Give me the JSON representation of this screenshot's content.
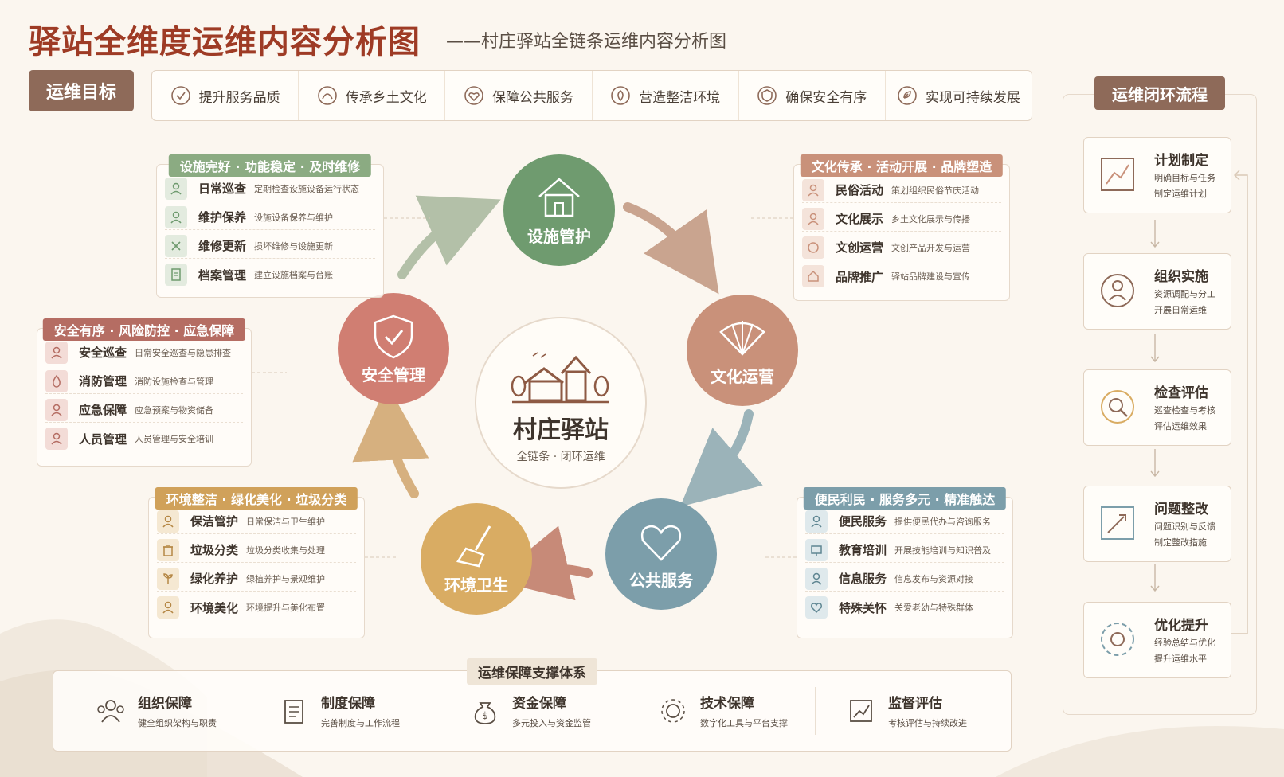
{
  "header": {
    "title": "驿站全维度运维内容分析图",
    "subtitle": "——村庄驿站全链条运维内容分析图"
  },
  "goals": {
    "label": "运维目标",
    "items": [
      "提升服务品质",
      "传承乡土文化",
      "保障公共服务",
      "营造整洁环境",
      "确保安全有序",
      "实现可持续发展"
    ]
  },
  "center": {
    "title": "村庄驿站",
    "subtitle": "全链条 · 闭环运维"
  },
  "cycle": [
    {
      "label": "设施管护",
      "color": "#6f9b6f"
    },
    {
      "label": "文化运营",
      "color": "#c9917a"
    },
    {
      "label": "公共服务",
      "color": "#7c9eaa"
    },
    {
      "label": "环境卫生",
      "color": "#d9ac63"
    },
    {
      "label": "安全管理",
      "color": "#d07e72"
    }
  ],
  "panels": {
    "facility": {
      "tag": "设施完好 · 功能稳定 · 及时维修",
      "color": "#8bab82",
      "rows": [
        {
          "name": "日常巡查",
          "desc": "定期检查设施设备运行状态"
        },
        {
          "name": "维护保养",
          "desc": "设施设备保养与维护"
        },
        {
          "name": "维修更新",
          "desc": "损坏维修与设施更新"
        },
        {
          "name": "档案管理",
          "desc": "建立设施档案与台账"
        }
      ]
    },
    "culture": {
      "tag": "文化传承 · 活动开展 · 品牌塑造",
      "color": "#c9917a",
      "rows": [
        {
          "name": "民俗活动",
          "desc": "策划组织民俗节庆活动"
        },
        {
          "name": "文化展示",
          "desc": "乡土文化展示与传播"
        },
        {
          "name": "文创运营",
          "desc": "文创产品开发与运营"
        },
        {
          "name": "品牌推广",
          "desc": "驿站品牌建设与宣传"
        }
      ]
    },
    "safety": {
      "tag": "安全有序 · 风险防控 · 应急保障",
      "color": "#b56d63",
      "rows": [
        {
          "name": "安全巡查",
          "desc": "日常安全巡查与隐患排查"
        },
        {
          "name": "消防管理",
          "desc": "消防设施检查与管理"
        },
        {
          "name": "应急保障",
          "desc": "应急预案与物资储备"
        },
        {
          "name": "人员管理",
          "desc": "人员管理与安全培训"
        }
      ]
    },
    "environment": {
      "tag": "环境整洁 · 绿化美化 · 垃圾分类",
      "color": "#d0a15a",
      "rows": [
        {
          "name": "保洁管护",
          "desc": "日常保洁与卫生维护"
        },
        {
          "name": "垃圾分类",
          "desc": "垃圾分类收集与处理"
        },
        {
          "name": "绿化养护",
          "desc": "绿植养护与景观维护"
        },
        {
          "name": "环境美化",
          "desc": "环境提升与美化布置"
        }
      ]
    },
    "service": {
      "tag": "便民利民 · 服务多元 · 精准触达",
      "color": "#7c9eaa",
      "rows": [
        {
          "name": "便民服务",
          "desc": "提供便民代办与咨询服务"
        },
        {
          "name": "教育培训",
          "desc": "开展技能培训与知识普及"
        },
        {
          "name": "信息服务",
          "desc": "信息发布与资源对接"
        },
        {
          "name": "特殊关怀",
          "desc": "关爱老幼与特殊群体"
        }
      ]
    }
  },
  "support": {
    "tag": "运维保障支撑体系",
    "items": [
      {
        "name": "组织保障",
        "desc": "健全组织架构与职责"
      },
      {
        "name": "制度保障",
        "desc": "完善制度与工作流程"
      },
      {
        "name": "资金保障",
        "desc": "多元投入与资金监管"
      },
      {
        "name": "技术保障",
        "desc": "数字化工具与平台支撑"
      },
      {
        "name": "监督评估",
        "desc": "考核评估与持续改进"
      }
    ]
  },
  "loop": {
    "tag": "运维闭环流程",
    "steps": [
      {
        "name": "计划制定",
        "line1": "明确目标与任务",
        "line2": "制定运维计划"
      },
      {
        "name": "组织实施",
        "line1": "资源调配与分工",
        "line2": "开展日常运维"
      },
      {
        "name": "检查评估",
        "line1": "巡查检查与考核",
        "line2": "评估运维效果"
      },
      {
        "name": "问题整改",
        "line1": "问题识别与反馈",
        "line2": "制定整改措施"
      },
      {
        "name": "优化提升",
        "line1": "经验总结与优化",
        "line2": "提升运维水平"
      }
    ]
  }
}
